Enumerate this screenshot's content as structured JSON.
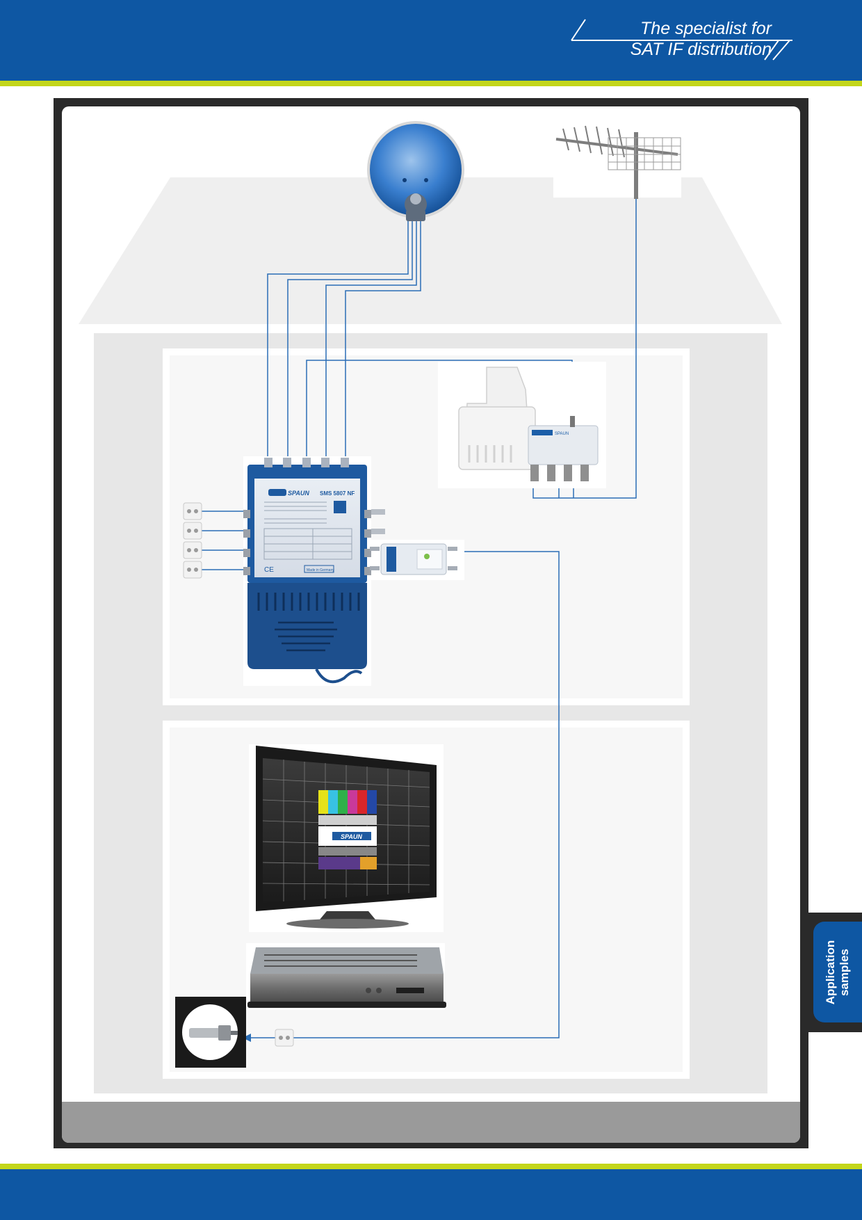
{
  "header": {
    "tagline_line1": "The specialist for",
    "tagline_line2": "SAT IF distribution"
  },
  "side_tab": {
    "line1": "Application",
    "line2": "samples"
  },
  "devices": {
    "multiswitch_brand": "SPAUN",
    "multiswitch_model": "SMS 5807 NF",
    "tv_screen_brand": "SPAUN",
    "ce_mark": "CE",
    "made_in": "Made in Germany"
  },
  "colors": {
    "brand_blue": "#0e57a3",
    "accent_green": "#c3d61a",
    "cable_blue": "#2a6db5",
    "frame_dark": "#2a2a2a"
  },
  "icons": [
    "satellite-dish-icon",
    "terrestrial-antenna-icon",
    "multiswitch-icon",
    "terrestrial-amplifier-icon",
    "splitter-icon",
    "tv-icon",
    "receiver-icon",
    "wall-socket-icon",
    "f-connector-icon"
  ]
}
